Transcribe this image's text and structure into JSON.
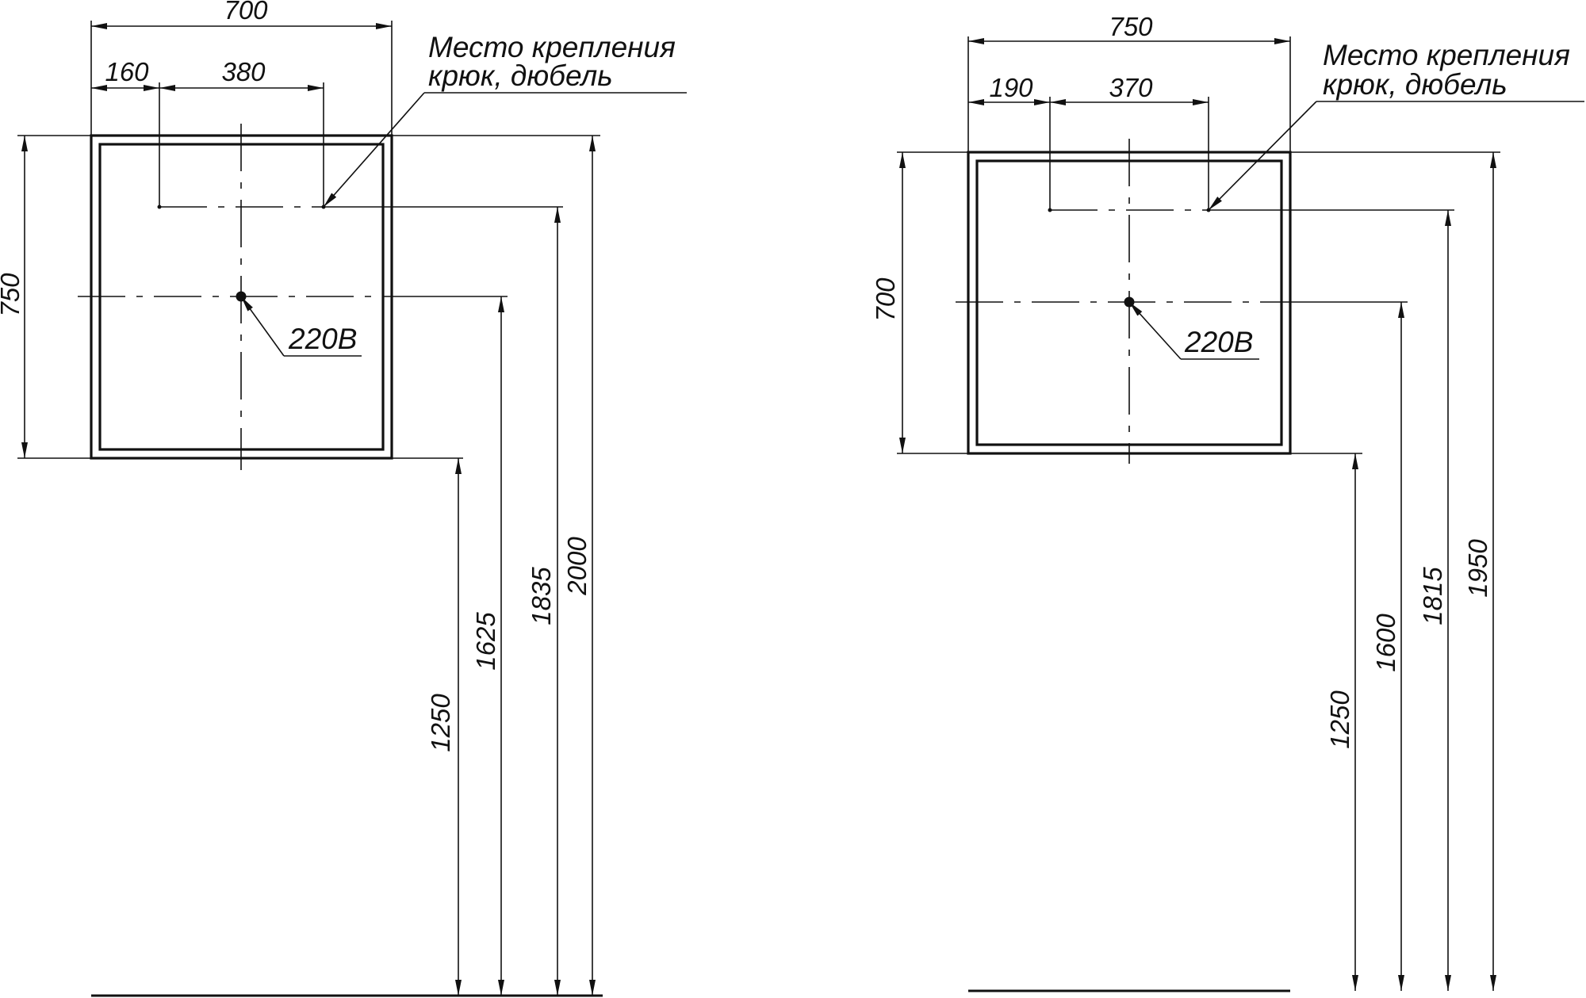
{
  "colors": {
    "line": "#111111",
    "background": "#ffffff"
  },
  "left": {
    "width_total": "700",
    "hook_offset": "160",
    "hook_spacing": "380",
    "height": "750",
    "mount_note_line1": "Место крепления",
    "mount_note_line2": "крюк, дюбель",
    "power_label": "220В",
    "h_bottom": "1250",
    "h_power": "1625",
    "h_hooks": "1835",
    "h_top": "2000"
  },
  "right": {
    "width_total": "750",
    "hook_offset": "190",
    "hook_spacing": "370",
    "height": "700",
    "mount_note_line1": "Место крепления",
    "mount_note_line2": "крюк, дюбель",
    "power_label": "220В",
    "h_bottom": "1250",
    "h_power": "1600",
    "h_hooks": "1815",
    "h_top": "1950"
  }
}
